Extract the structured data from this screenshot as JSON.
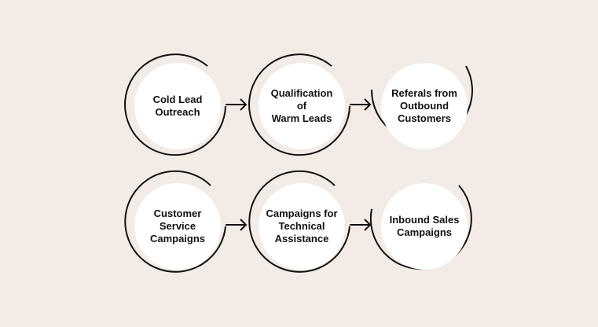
{
  "diagram": {
    "background": "#f3ebe6",
    "circle_fill": "#ffffff",
    "ring_color": "#111111",
    "arrow_color": "#111111",
    "rows": [
      {
        "steps": [
          {
            "label": "Cold Lead\nOutreach"
          },
          {
            "label": "Qualification of\nWarm Leads"
          },
          {
            "label": "Referals from\nOutbound\nCustomers"
          }
        ]
      },
      {
        "steps": [
          {
            "label": "Customer\nService\nCampaigns"
          },
          {
            "label": "Campaigns for\nTechnical\nAssistance"
          },
          {
            "label": "Inbound Sales\nCampaigns"
          }
        ]
      }
    ]
  }
}
